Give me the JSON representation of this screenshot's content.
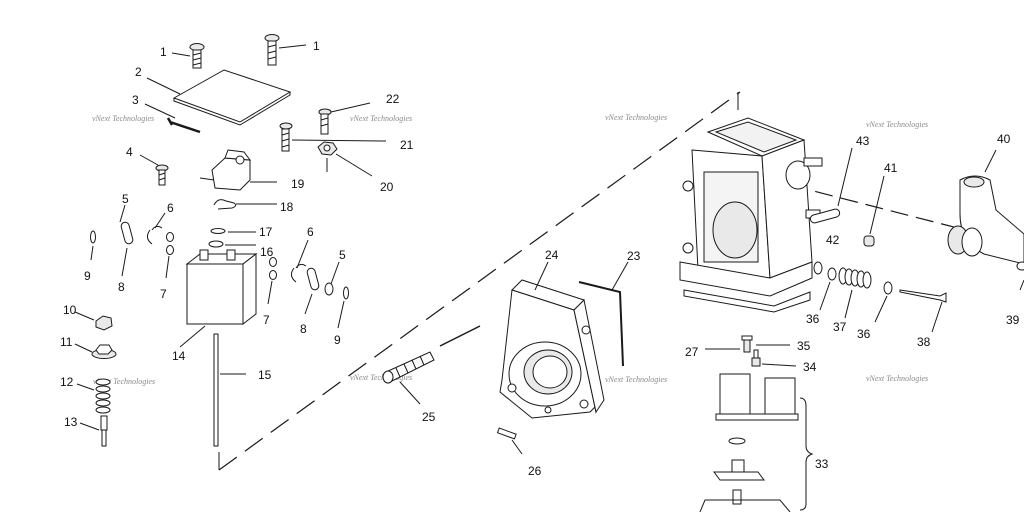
{
  "watermark": "vNext Technologies",
  "callouts": [
    {
      "id": "c1a",
      "text": "1"
    },
    {
      "id": "c1b",
      "text": "1"
    },
    {
      "id": "c2",
      "text": "2"
    },
    {
      "id": "c3",
      "text": "3"
    },
    {
      "id": "c4",
      "text": "4"
    },
    {
      "id": "c5a",
      "text": "5"
    },
    {
      "id": "c5b",
      "text": "5"
    },
    {
      "id": "c6a",
      "text": "6"
    },
    {
      "id": "c6b",
      "text": "6"
    },
    {
      "id": "c7a",
      "text": "7"
    },
    {
      "id": "c7b",
      "text": "7"
    },
    {
      "id": "c8a",
      "text": "8"
    },
    {
      "id": "c8b",
      "text": "8"
    },
    {
      "id": "c9a",
      "text": "9"
    },
    {
      "id": "c9b",
      "text": "9"
    },
    {
      "id": "c10",
      "text": "10"
    },
    {
      "id": "c11",
      "text": "11"
    },
    {
      "id": "c12",
      "text": "12"
    },
    {
      "id": "c13",
      "text": "13"
    },
    {
      "id": "c14",
      "text": "14"
    },
    {
      "id": "c15",
      "text": "15"
    },
    {
      "id": "c16",
      "text": "16"
    },
    {
      "id": "c17",
      "text": "17"
    },
    {
      "id": "c18",
      "text": "18"
    },
    {
      "id": "c19",
      "text": "19"
    },
    {
      "id": "c20",
      "text": "20"
    },
    {
      "id": "c21",
      "text": "21"
    },
    {
      "id": "c22",
      "text": "22"
    },
    {
      "id": "c23",
      "text": "23"
    },
    {
      "id": "c24",
      "text": "24"
    },
    {
      "id": "c25",
      "text": "25"
    },
    {
      "id": "c26",
      "text": "26"
    },
    {
      "id": "c27",
      "text": "27"
    },
    {
      "id": "c33",
      "text": "33"
    },
    {
      "id": "c34",
      "text": "34"
    },
    {
      "id": "c35",
      "text": "35"
    },
    {
      "id": "c36a",
      "text": "36"
    },
    {
      "id": "c36b",
      "text": "36"
    },
    {
      "id": "c37",
      "text": "37"
    },
    {
      "id": "c38",
      "text": "38"
    },
    {
      "id": "c39",
      "text": "39"
    },
    {
      "id": "c40",
      "text": "40"
    },
    {
      "id": "c41",
      "text": "41"
    },
    {
      "id": "c42",
      "text": "42"
    },
    {
      "id": "c43",
      "text": "43"
    }
  ]
}
